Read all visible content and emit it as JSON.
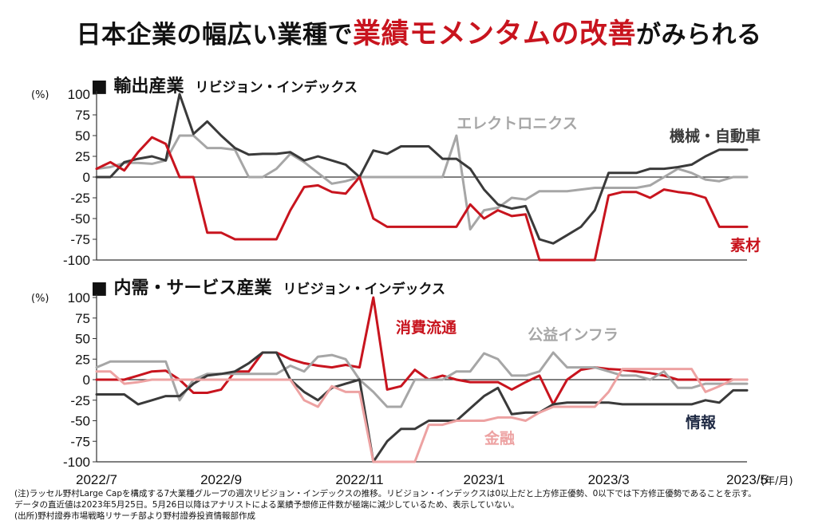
{
  "title": {
    "part1": "日本企業の幅広い業種で",
    "highlight": "業績モメンタムの改善",
    "part2": "がみられる"
  },
  "panels": [
    {
      "heading": "■ 輸出産業",
      "subheading": "リビジョン・インデックス"
    },
    {
      "heading": "■ 内需・サービス産業",
      "subheading": "リビジョン・インデックス"
    }
  ],
  "notes": [
    "(注)ラッセル野村Large Capを構成する7大業種グループの週次リビジョン・インデックスの推移。リビジョン・インデックスは0以上だと上方修正優勢、0以下では下方修正優勢であることを示す。",
    "データの直近値は2023年5月25日。5月26日以降はアナリストによる業績予想修正件数が極端に減少しているため、表示していない。",
    "(出所)野村證券市場戦略リサーチ部より野村證券投資情報部作成"
  ],
  "colors": {
    "accent": "#c8141e",
    "dark": "#3a3a3a",
    "gray": "#a6a6a6",
    "navy": "#1f2a44",
    "pink": "#eda2a2"
  },
  "chart_data": [
    {
      "type": "line",
      "unit": "(%)",
      "ylim": [
        -100,
        100
      ],
      "yticks": [
        100,
        75,
        50,
        25,
        0,
        -25,
        -50,
        -75,
        -100
      ],
      "xlim": [
        0,
        47
      ],
      "xticks": [
        {
          "x": 0,
          "label": ""
        },
        {
          "x": 9,
          "label": ""
        },
        {
          "x": 19,
          "label": ""
        },
        {
          "x": 28,
          "label": ""
        },
        {
          "x": 37,
          "label": ""
        },
        {
          "x": 47,
          "label": ""
        }
      ],
      "series": [
        {
          "name": "エレクトロニクス",
          "color": "#a6a6a6",
          "values": [
            10,
            12,
            17,
            17,
            16,
            20,
            50,
            50,
            35,
            35,
            33,
            0,
            0,
            10,
            28,
            18,
            5,
            -8,
            -5,
            0,
            0,
            0,
            0,
            0,
            0,
            0,
            50,
            -63,
            -40,
            -37,
            -25,
            -27,
            -17,
            -17,
            -17,
            -15,
            -13,
            -13,
            -13,
            -13,
            -10,
            0,
            10,
            5,
            -3,
            -5,
            0,
            0
          ]
        },
        {
          "name": "機械・自動車",
          "color": "#3a3a3a",
          "values": [
            0,
            0,
            18,
            22,
            25,
            20,
            100,
            52,
            67,
            50,
            35,
            27,
            28,
            28,
            30,
            20,
            25,
            20,
            15,
            0,
            32,
            28,
            37,
            37,
            37,
            22,
            22,
            10,
            -15,
            -33,
            -38,
            -35,
            -75,
            -80,
            -70,
            -60,
            -40,
            5,
            5,
            5,
            10,
            10,
            12,
            15,
            25,
            33,
            33,
            33
          ]
        },
        {
          "name": "素材",
          "color": "#c8141e",
          "values": [
            10,
            18,
            8,
            30,
            48,
            40,
            0,
            0,
            -67,
            -67,
            -75,
            -75,
            -75,
            -75,
            -40,
            -12,
            -10,
            -18,
            -20,
            0,
            -50,
            -60,
            -60,
            -60,
            -60,
            -60,
            -60,
            -33,
            -50,
            -40,
            -47,
            -45,
            -100,
            -100,
            -100,
            -100,
            -100,
            -22,
            -18,
            -18,
            -25,
            -15,
            -18,
            -20,
            -25,
            -60,
            -60,
            -60
          ]
        }
      ]
    },
    {
      "type": "line",
      "unit": "(%)",
      "ylim": [
        -100,
        100
      ],
      "yticks": [
        100,
        75,
        50,
        25,
        0,
        -25,
        -50,
        -75,
        -100
      ],
      "xlim": [
        0,
        47
      ],
      "xticks": [
        {
          "x": 0,
          "label": "2022/7"
        },
        {
          "x": 9,
          "label": "2022/9"
        },
        {
          "x": 19,
          "label": "2022/11"
        },
        {
          "x": 28,
          "label": "2023/1"
        },
        {
          "x": 37,
          "label": "2023/3"
        },
        {
          "x": 47,
          "label": "2023/5"
        }
      ],
      "x_unit": "(年/月)",
      "series": [
        {
          "name": "消費流通",
          "color": "#c8141e",
          "values": [
            0,
            0,
            0,
            5,
            10,
            11,
            0,
            -16,
            -16,
            -12,
            10,
            10,
            33,
            33,
            25,
            20,
            17,
            15,
            18,
            15,
            100,
            -12,
            -8,
            12,
            0,
            5,
            0,
            -3,
            -3,
            -3,
            -12,
            -3,
            5,
            -30,
            0,
            12,
            15,
            13,
            12,
            10,
            8,
            5,
            0,
            0,
            0,
            0,
            0,
            0
          ]
        },
        {
          "name": "公益インフラ",
          "color": "#a6a6a6",
          "values": [
            15,
            22,
            22,
            22,
            22,
            22,
            -25,
            0,
            7,
            7,
            7,
            7,
            7,
            7,
            17,
            10,
            28,
            30,
            25,
            0,
            -15,
            -33,
            -33,
            0,
            0,
            0,
            10,
            10,
            32,
            25,
            5,
            5,
            10,
            33,
            15,
            15,
            15,
            10,
            5,
            5,
            0,
            10,
            -10,
            -10,
            -5,
            -5,
            -5,
            -5
          ]
        },
        {
          "name": "情報",
          "color": "#3a3a3a",
          "values": [
            -18,
            -18,
            -18,
            -30,
            -25,
            -20,
            -20,
            -5,
            5,
            7,
            10,
            20,
            33,
            33,
            0,
            -15,
            -25,
            -10,
            -5,
            0,
            -100,
            -75,
            -60,
            -60,
            -50,
            -50,
            -50,
            -35,
            -20,
            -10,
            -42,
            -40,
            -40,
            -30,
            -28,
            -28,
            -28,
            -28,
            -30,
            -30,
            -30,
            -30,
            -30,
            -30,
            -25,
            -28,
            -13,
            -13
          ]
        },
        {
          "name": "金融",
          "color": "#eda2a2",
          "values": [
            10,
            10,
            -5,
            -3,
            0,
            0,
            0,
            0,
            0,
            0,
            0,
            0,
            0,
            0,
            0,
            -25,
            -33,
            -8,
            -15,
            -15,
            -100,
            -100,
            -100,
            -100,
            -55,
            -55,
            -50,
            -50,
            -50,
            -46,
            -46,
            -50,
            -40,
            -33,
            -33,
            -33,
            -33,
            -15,
            13,
            13,
            13,
            13,
            13,
            13,
            -15,
            -8,
            0,
            0
          ]
        }
      ]
    }
  ]
}
